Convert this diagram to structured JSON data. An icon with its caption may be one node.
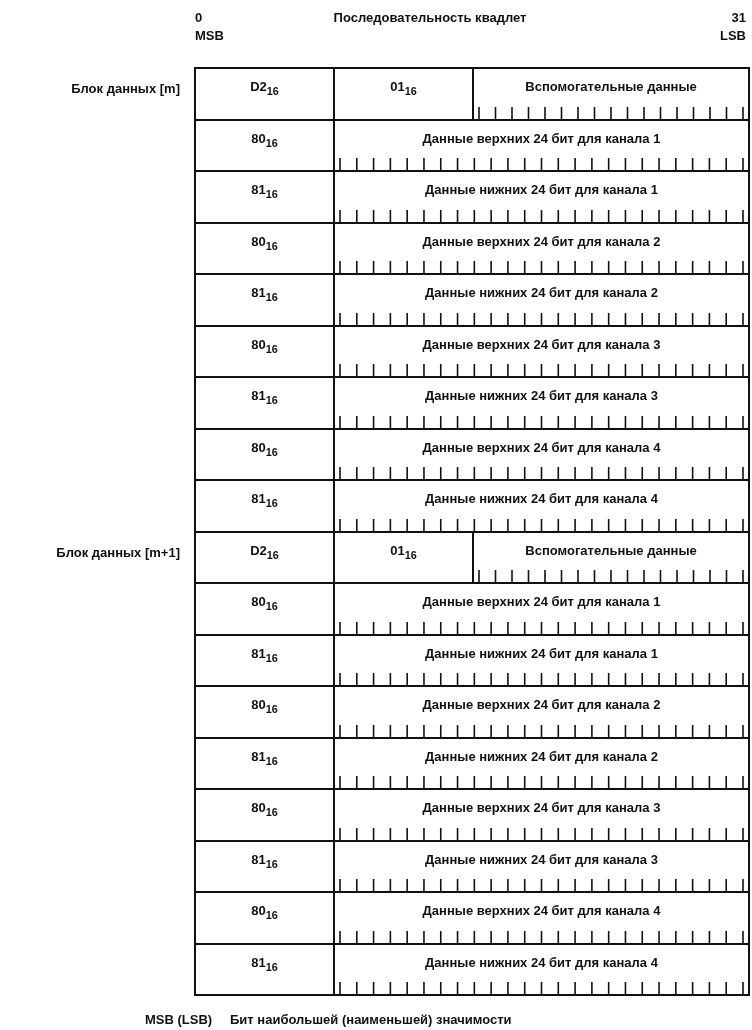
{
  "diagram": {
    "labels": [
      "0",
      "Последовательность квадлет",
      "31",
      "MSB",
      "LSB",
      "Блок данных [m]",
      "D2$_{16}$",
      "01$_{16}$",
      "Вспомогательные данные",
      "80$_{16}$",
      "Данные верхних 24 бит для канала 1",
      "81$_{16}$",
      "Данные нижних 24 бит для канала 1",
      "80$_{16}$",
      "Данные верхних 24 бит для канала 2",
      "81$_{16}$",
      "Данные нижних 24 бит для канала 2",
      "80$_{16}$",
      "Данные верхних 24 бит для канала 3",
      "81$_{16}$",
      "Данные нижних 24 бит для канала 3",
      "80$_{16}$",
      "Данные верхних 24 бит для канала 4",
      "81$_{16}$",
      "Данные нижних 24 бит для канала 4",
      "Блок данных [m+1]",
      "D2$_{16}$",
      "01$_{16}$",
      "Вспомогательные данные",
      "80$_{16}$",
      "Данные верхних 24 бит для канала 1",
      "81$_{16}$",
      "Данные нижних 24 бит для канала 1",
      "80$_{16}$",
      "Данные верхних 24 бит для канала 2",
      "81$_{16}$",
      "Данные нижних 24 бит для канала 2",
      "80$_{16}$",
      "Данные верхних 24 бит для канала 3",
      "81$_{16}$",
      "Данные нижних 24 бит для канала 3",
      "80$_{16}$",
      "Данные верхних 24 бит для канала 4",
      "81$_{16}$",
      "Данные нижних 24 бит для канала 4",
      "MSB (LSB)",
      "Бит наибольшей (наименьшей) значимости"
    ]
  }
}
